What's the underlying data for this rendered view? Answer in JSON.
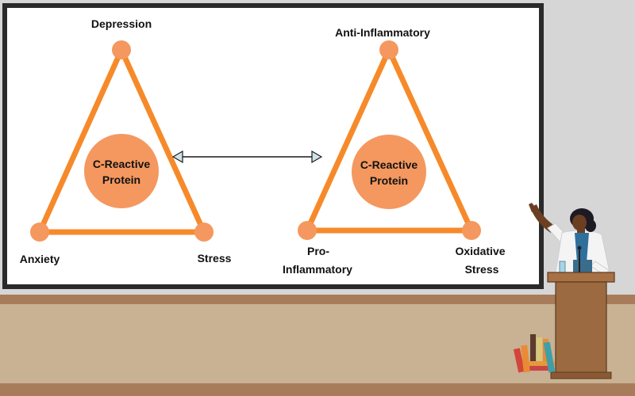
{
  "left_triangle": {
    "top": "Depression",
    "bottom_left": "Anxiety",
    "bottom_right": "Stress",
    "center_line1": "C-Reactive",
    "center_line2": "Protein"
  },
  "right_triangle": {
    "top": "Anti-Inflammatory",
    "bottom_left_line1": "Pro-",
    "bottom_left_line2": "Inflammatory",
    "bottom_right_line1": "Oxidative",
    "bottom_right_line2": "Stress",
    "center_line1": "C-Reactive",
    "center_line2": "Protein"
  },
  "colors": {
    "triangle_stroke": "#f68a2a",
    "node_fill": "#f4985f",
    "center_fill": "#f4985f",
    "board_border": "#2a2a2a",
    "wall": "#d6d6d6",
    "floor": "#c9b193",
    "floor_trim": "#a87c5a",
    "podium": "#9c6a40"
  },
  "icons": {
    "arrow": "double-headed-arrow",
    "presenter": "presenter-at-podium-illustration",
    "books": "stack-of-books-illustration"
  }
}
